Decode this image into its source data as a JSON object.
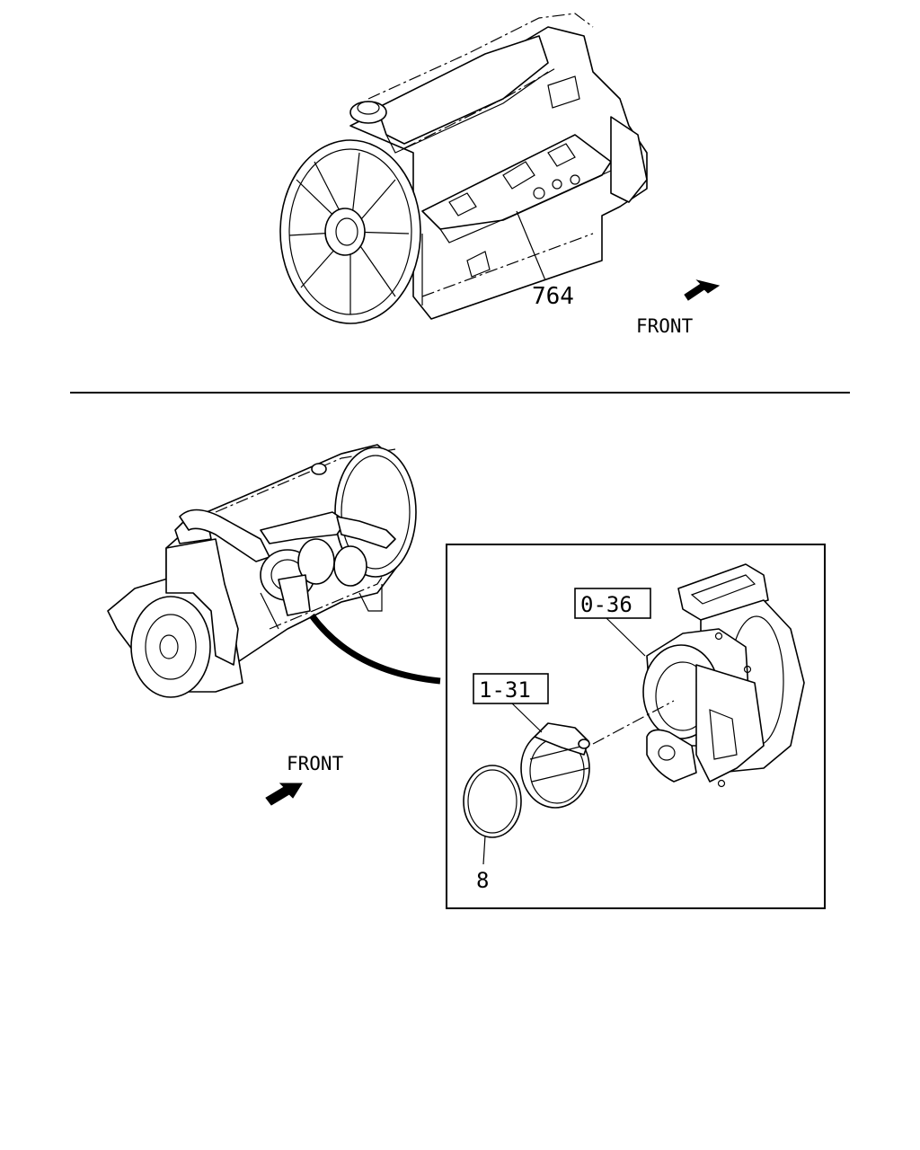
{
  "top_view": {
    "callout": "764",
    "direction": "FRONT"
  },
  "bottom_view": {
    "direction": "FRONT",
    "callouts": {
      "turbocharger": "0-36",
      "clamp": "1-31",
      "gasket": "8"
    }
  }
}
